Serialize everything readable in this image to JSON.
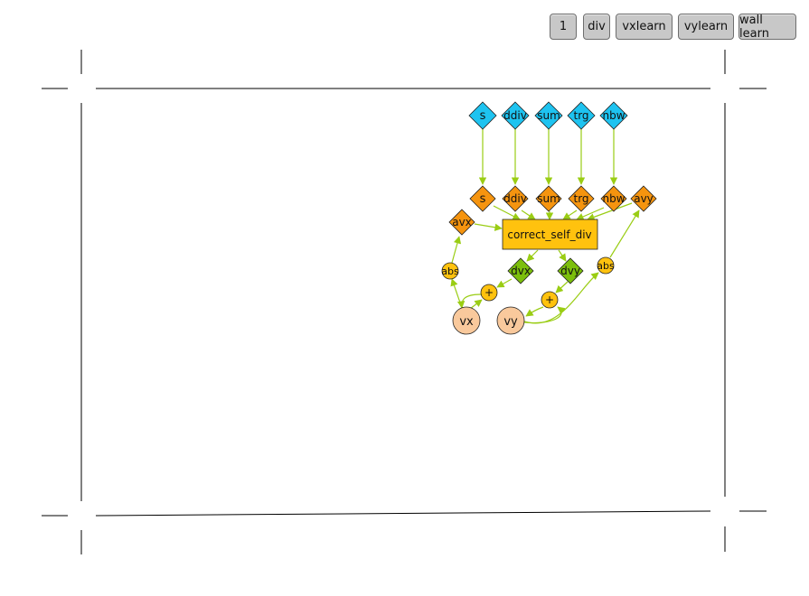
{
  "toolbar": {
    "buttons": [
      "1",
      "div",
      "vxlearn",
      "vylearn",
      "wall learn"
    ]
  },
  "colors": {
    "input_node": "#1ec3f0",
    "param_node": "#f5940f",
    "process_node": "#ffc20e",
    "delta_node": "#7cbf0c",
    "state_node": "#f9c99c",
    "edge": "#9acd14"
  },
  "graph": {
    "inputs": [
      "s",
      "ddiv",
      "sum",
      "trg",
      "nbw"
    ],
    "params": [
      "s",
      "ddiv",
      "sum",
      "trg",
      "nbw",
      "avy",
      "avx"
    ],
    "process": "correct_self_div",
    "deltas": [
      "dvx",
      "dvy"
    ],
    "ops": [
      "abs",
      "+",
      "+",
      "abs"
    ],
    "states": [
      "vx",
      "vy"
    ]
  }
}
